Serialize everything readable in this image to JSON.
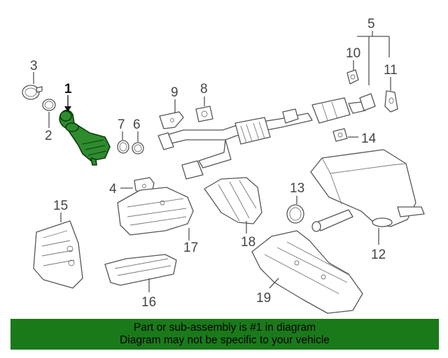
{
  "callouts": [
    "1",
    "2",
    "3",
    "4",
    "5",
    "6",
    "7",
    "8",
    "9",
    "10",
    "11",
    "12",
    "13",
    "14",
    "15",
    "16",
    "17",
    "18",
    "19"
  ],
  "banner": {
    "line1": "Part or sub-assembly is #1 in diagram",
    "line2": "Diagram may not be specific to your vehicle"
  },
  "colors": {
    "highlight": "#2e8b2e",
    "banner": "#1a7a1a"
  }
}
